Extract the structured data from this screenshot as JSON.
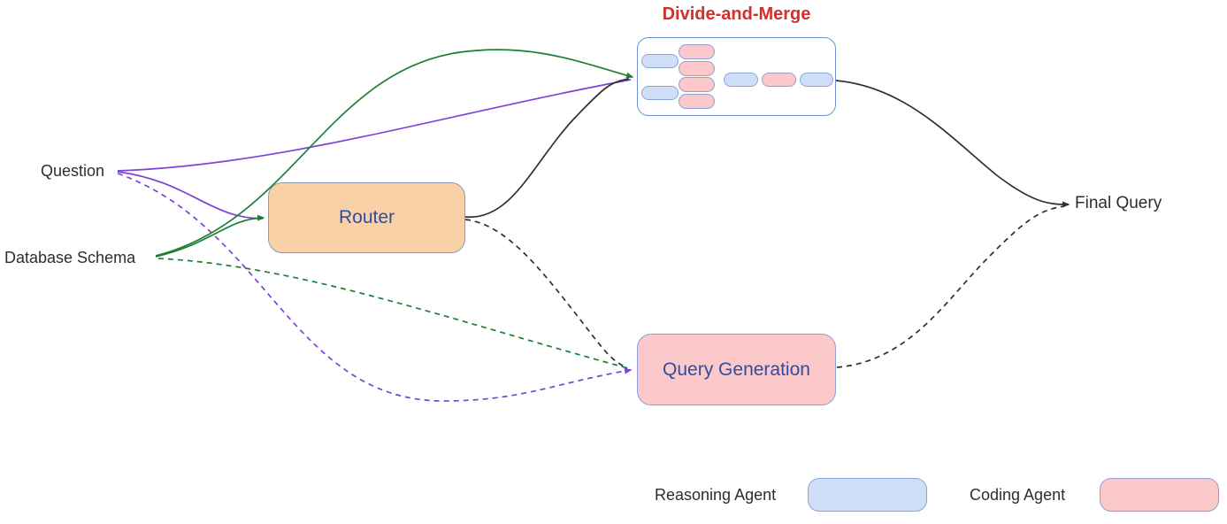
{
  "title": {
    "text": "Divide-and-Merge"
  },
  "nodes": {
    "question": {
      "label": "Question"
    },
    "database_schema": {
      "label": "Database Schema"
    },
    "router": {
      "label": "Router"
    },
    "query_generation": {
      "label": "Query Generation"
    },
    "final_query": {
      "label": "Final Query"
    }
  },
  "divide_and_merge": {
    "pills": {
      "left_column": [
        "reasoning",
        "reasoning"
      ],
      "middle_column": [
        "coding",
        "coding",
        "coding",
        "coding"
      ],
      "merge_row": [
        "reasoning",
        "coding",
        "reasoning"
      ]
    }
  },
  "legend": {
    "items": [
      {
        "label": "Reasoning Agent",
        "type": "reasoning"
      },
      {
        "label": "Coding Agent",
        "type": "coding"
      }
    ]
  },
  "colors": {
    "title_color": "#d32f2f",
    "label_text": "#2d2d2d",
    "node_text": "#2e4da3",
    "router_fill": "#f8d1a6",
    "router_border": "#8a9bb0",
    "dm_border": "#6e8fd6",
    "reasoning_fill": "#cfdff8",
    "reasoning_border": "#88a4dd",
    "coding_fill": "#fbc9c9",
    "coding_border": "#8f9fd8",
    "edge_question": "#7b43d6",
    "edge_schema": "#1e7e34",
    "edge_plain": "#2f2f2f"
  }
}
